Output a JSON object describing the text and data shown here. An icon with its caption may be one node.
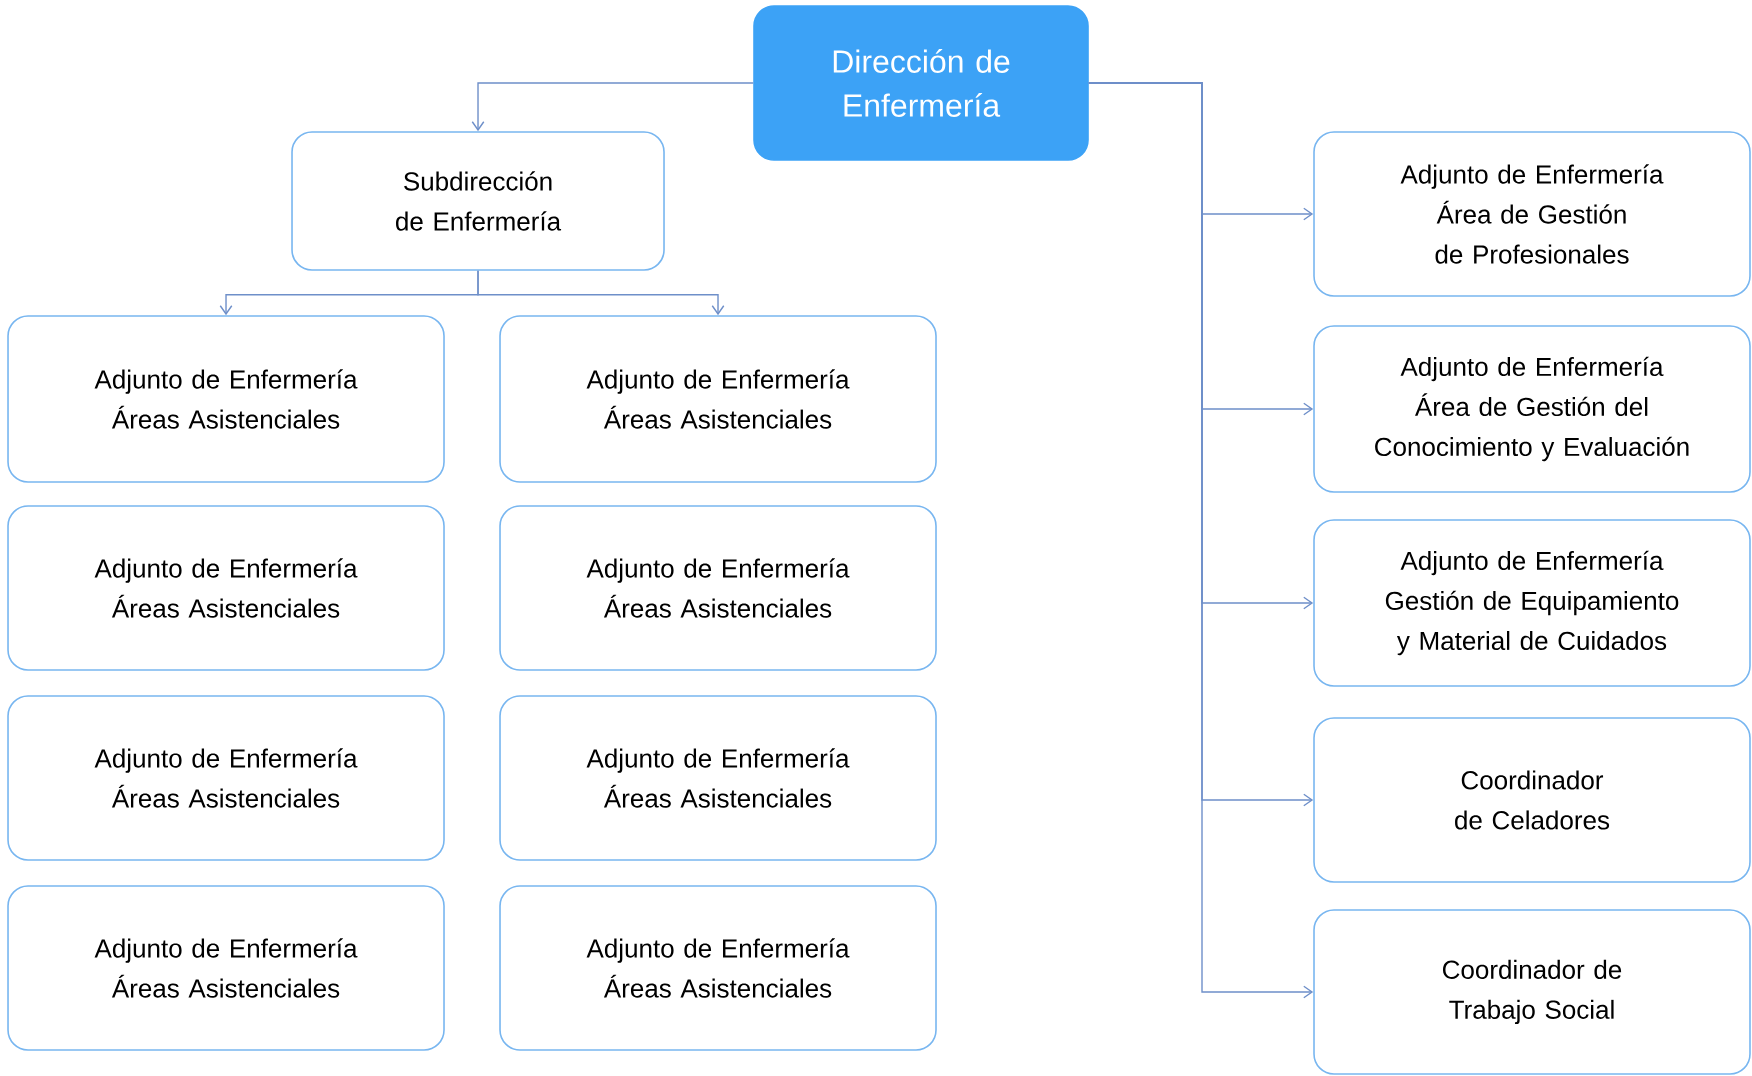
{
  "diagram": {
    "nodes": [
      {
        "text": [
          "Dirección de Enfermería"
        ]
      },
      {
        "text": [
          "Subdirección de Enfermería"
        ]
      },
      {
        "text": [
          "Adjunto de Enfermería Áreas Asistenciales"
        ]
      },
      {
        "text": [
          "Adjunto de Enfermería Áreas Asistenciales"
        ]
      },
      {
        "text": [
          "Adjunto de Enfermería Áreas Asistenciales"
        ]
      },
      {
        "text": [
          "Adjunto de Enfermería Áreas Asistenciales"
        ]
      },
      {
        "text": [
          "Adjunto de Enfermería Áreas Asistenciales"
        ]
      },
      {
        "text": [
          "Adjunto de Enfermería Áreas Asistenciales"
        ]
      },
      {
        "text": [
          "Adjunto de Enfermería Áreas Asistenciales"
        ]
      },
      {
        "text": [
          "Adjunto de Enfermería Áreas Asistenciales"
        ]
      },
      {
        "text": [
          "Adjunto de Enfermería Área de Gestión de Profesionales"
        ]
      },
      {
        "text": [
          "Adjunto de Enfermería Área de Gestión del Conocimiento y Evaluación"
        ]
      },
      {
        "text": [
          "Adjunto de Enfermería Gestión de Equipamiento y Material de Cuidados"
        ]
      },
      {
        "text": [
          "Coordinador de Celadores"
        ]
      },
      {
        "text": [
          "Coordinador de Trabajo Social"
        ]
      }
    ],
    "edges": [
      {
        "from": 0,
        "to": 1,
        "arrow": "to"
      },
      {
        "from": 0,
        "to": 10,
        "arrow": "to"
      },
      {
        "from": 0,
        "to": 11,
        "arrow": "to"
      },
      {
        "from": 0,
        "to": 12,
        "arrow": "to"
      },
      {
        "from": 0,
        "to": 13,
        "arrow": "to"
      },
      {
        "from": 0,
        "to": 14,
        "arrow": "to"
      },
      {
        "from": 1,
        "to": 2,
        "arrow": "to"
      },
      {
        "from": 1,
        "to": 3,
        "arrow": "to"
      }
    ]
  }
}
